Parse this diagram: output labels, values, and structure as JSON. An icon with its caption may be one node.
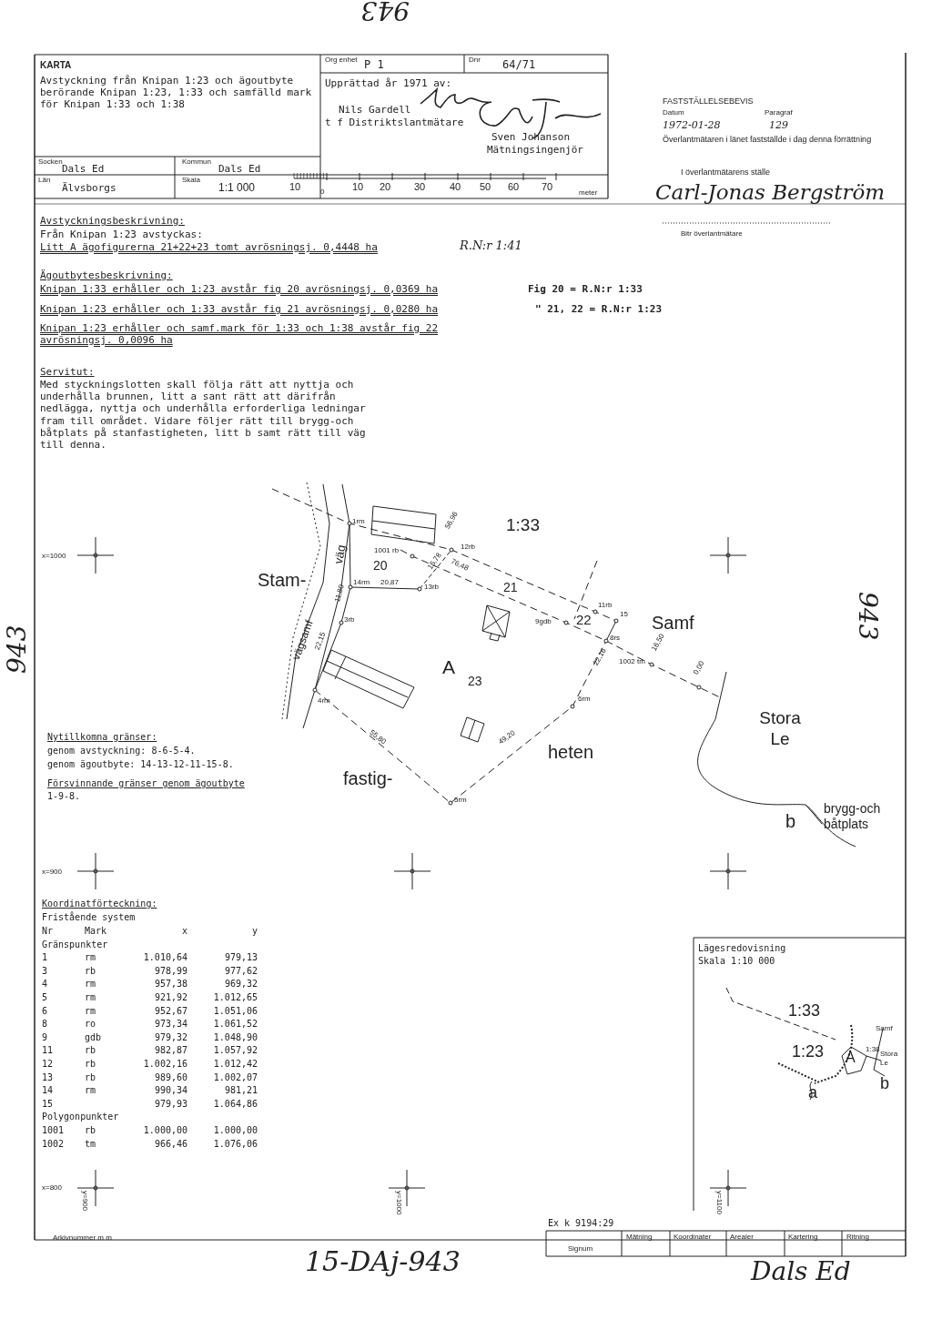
{
  "diagram": {
    "title": "KARTA",
    "labels": [
      "Avstyckning från Knipan 1:23 och ägoutbyte berörande Knipan 1:23, 1:33 och samfälld mark för Knipan 1:33 och 1:38",
      "Org enhet",
      "P 1",
      "Dnr",
      "64/71",
      "Upprättad år 1971 av:",
      "Nils Gardell",
      "t f Distriktslantmätare",
      "Sven Johanson",
      "Mätningsingenjör",
      "Socken",
      "Dals Ed",
      "Kommun",
      "Dals Ed",
      "Län",
      "Älvsborgs",
      "Skala",
      "1:1 000",
      "10",
      "0",
      "10",
      "20",
      "30",
      "40",
      "50",
      "60",
      "70",
      "meter",
      "FASTSTÄLLELSEBEVIS",
      "Datum",
      "Paragraf",
      "1972-01-28",
      "129",
      "Överlantmätaren i länet fastställde i dag denna förrättning",
      "I överlantmätarens ställe",
      "Carl-Jonas Bergström",
      "Bitr överlantmätare",
      "943",
      "943",
      "943",
      "Avstyckningsbeskrivning:",
      "Från Knipan 1:23 avstyckas:",
      "Litt A ägofigurerna 21+22+23 tomt avrösningsj. 0,4448 ha",
      "R.N:r 1:41",
      "Ägoutbytesbeskrivning:",
      "Knipan 1:33 erhåller och 1:23 avstår fig 20 avrösningsj. 0,0369 ha",
      "Fig 20 = R.N:r 1:33",
      "Knipan 1:23 erhåller och 1:33 avstår fig 21 avrösningsj. 0,0280 ha",
      "\" 21, 22 = R.N:r 1:23",
      "Knipan 1:23 erhåller och samf.mark för 1:33 och 1:38 avstår fig 22 avrösningsj. 0,0096 ha",
      "Servitut:",
      "Med styckningslotten skall följa rätt att nyttja och underhålla brunnen, litt a sant rätt att därifrån nedlägga, nyttja och underhålla erforderliga ledningar fram till området. Vidare följer rätt till brygg-och båtplats på stanfastigheten, litt b samt rätt till väg till denna.",
      "x=1000",
      "1rm",
      "1001 rb",
      "20",
      "12rb",
      "1:33",
      "Stam-",
      "väg",
      "14rm",
      "20,87",
      "13rb",
      "21",
      "11,80",
      "3rb",
      "9gdb",
      "22",
      "11rb",
      "15",
      "8rs",
      "Samf",
      "1002 tm",
      "vägsamf",
      "A",
      "23",
      "22,15",
      "4rm",
      "6rm",
      "Stora Le",
      "55,80",
      "49,20",
      "heten",
      "fastig-",
      "5rm",
      "b",
      "brygg-och båtplats",
      "56,96",
      "15,78",
      "76,48",
      "16,50",
      "0,00",
      "22,16",
      "Nytillkomna gränser:",
      "genom avstyckning: 8-6-5-4.",
      "genom ägoutbyte: 14-13-12-11-15-8.",
      "Försvinnande gränser genom ägoutbyte",
      "1-9-8.",
      "x=900",
      "Koordinatförteckning:",
      "Fristående system",
      "Nr",
      "Mark",
      "x",
      "y",
      "Gränspunkter",
      "1",
      "rm",
      "1.010,64",
      "979,13",
      "3",
      "rb",
      "978,99",
      "977,62",
      "4",
      "rm",
      "957,38",
      "969,32",
      "5",
      "rm",
      "921,92",
      "1.012,65",
      "6",
      "rm",
      "952,67",
      "1.051,06",
      "8",
      "ro",
      "973,34",
      "1.061,52",
      "9",
      "gdb",
      "979,32",
      "1.048,90",
      "11",
      "rb",
      "982,87",
      "1.057,92",
      "12",
      "rb",
      "1.002,16",
      "1.012,42",
      "13",
      "rb",
      "989,60",
      "1.002,07",
      "14",
      "rm",
      "990,34",
      "981,21",
      "15",
      "979,93",
      "1.064,86",
      "Polygonpunkter",
      "1001",
      "rb",
      "1.000,00",
      "1.000,00",
      "1002",
      "tm",
      "966,46",
      "1.076,06",
      "x=800",
      "y=900",
      "y=1000",
      "y=1100",
      "Lägesredovisning",
      "Skala 1:10 000",
      "1:33",
      "1:23",
      "A",
      "Samf",
      "1:38",
      "Stora Le",
      "a",
      "b",
      "Ex k 9194:29",
      "Arkivnummer m m",
      "Signum",
      "Mätning",
      "Koordinater",
      "Arealer",
      "Kartering",
      "Ritning",
      "15-DAj-943",
      "Dals Ed"
    ]
  }
}
